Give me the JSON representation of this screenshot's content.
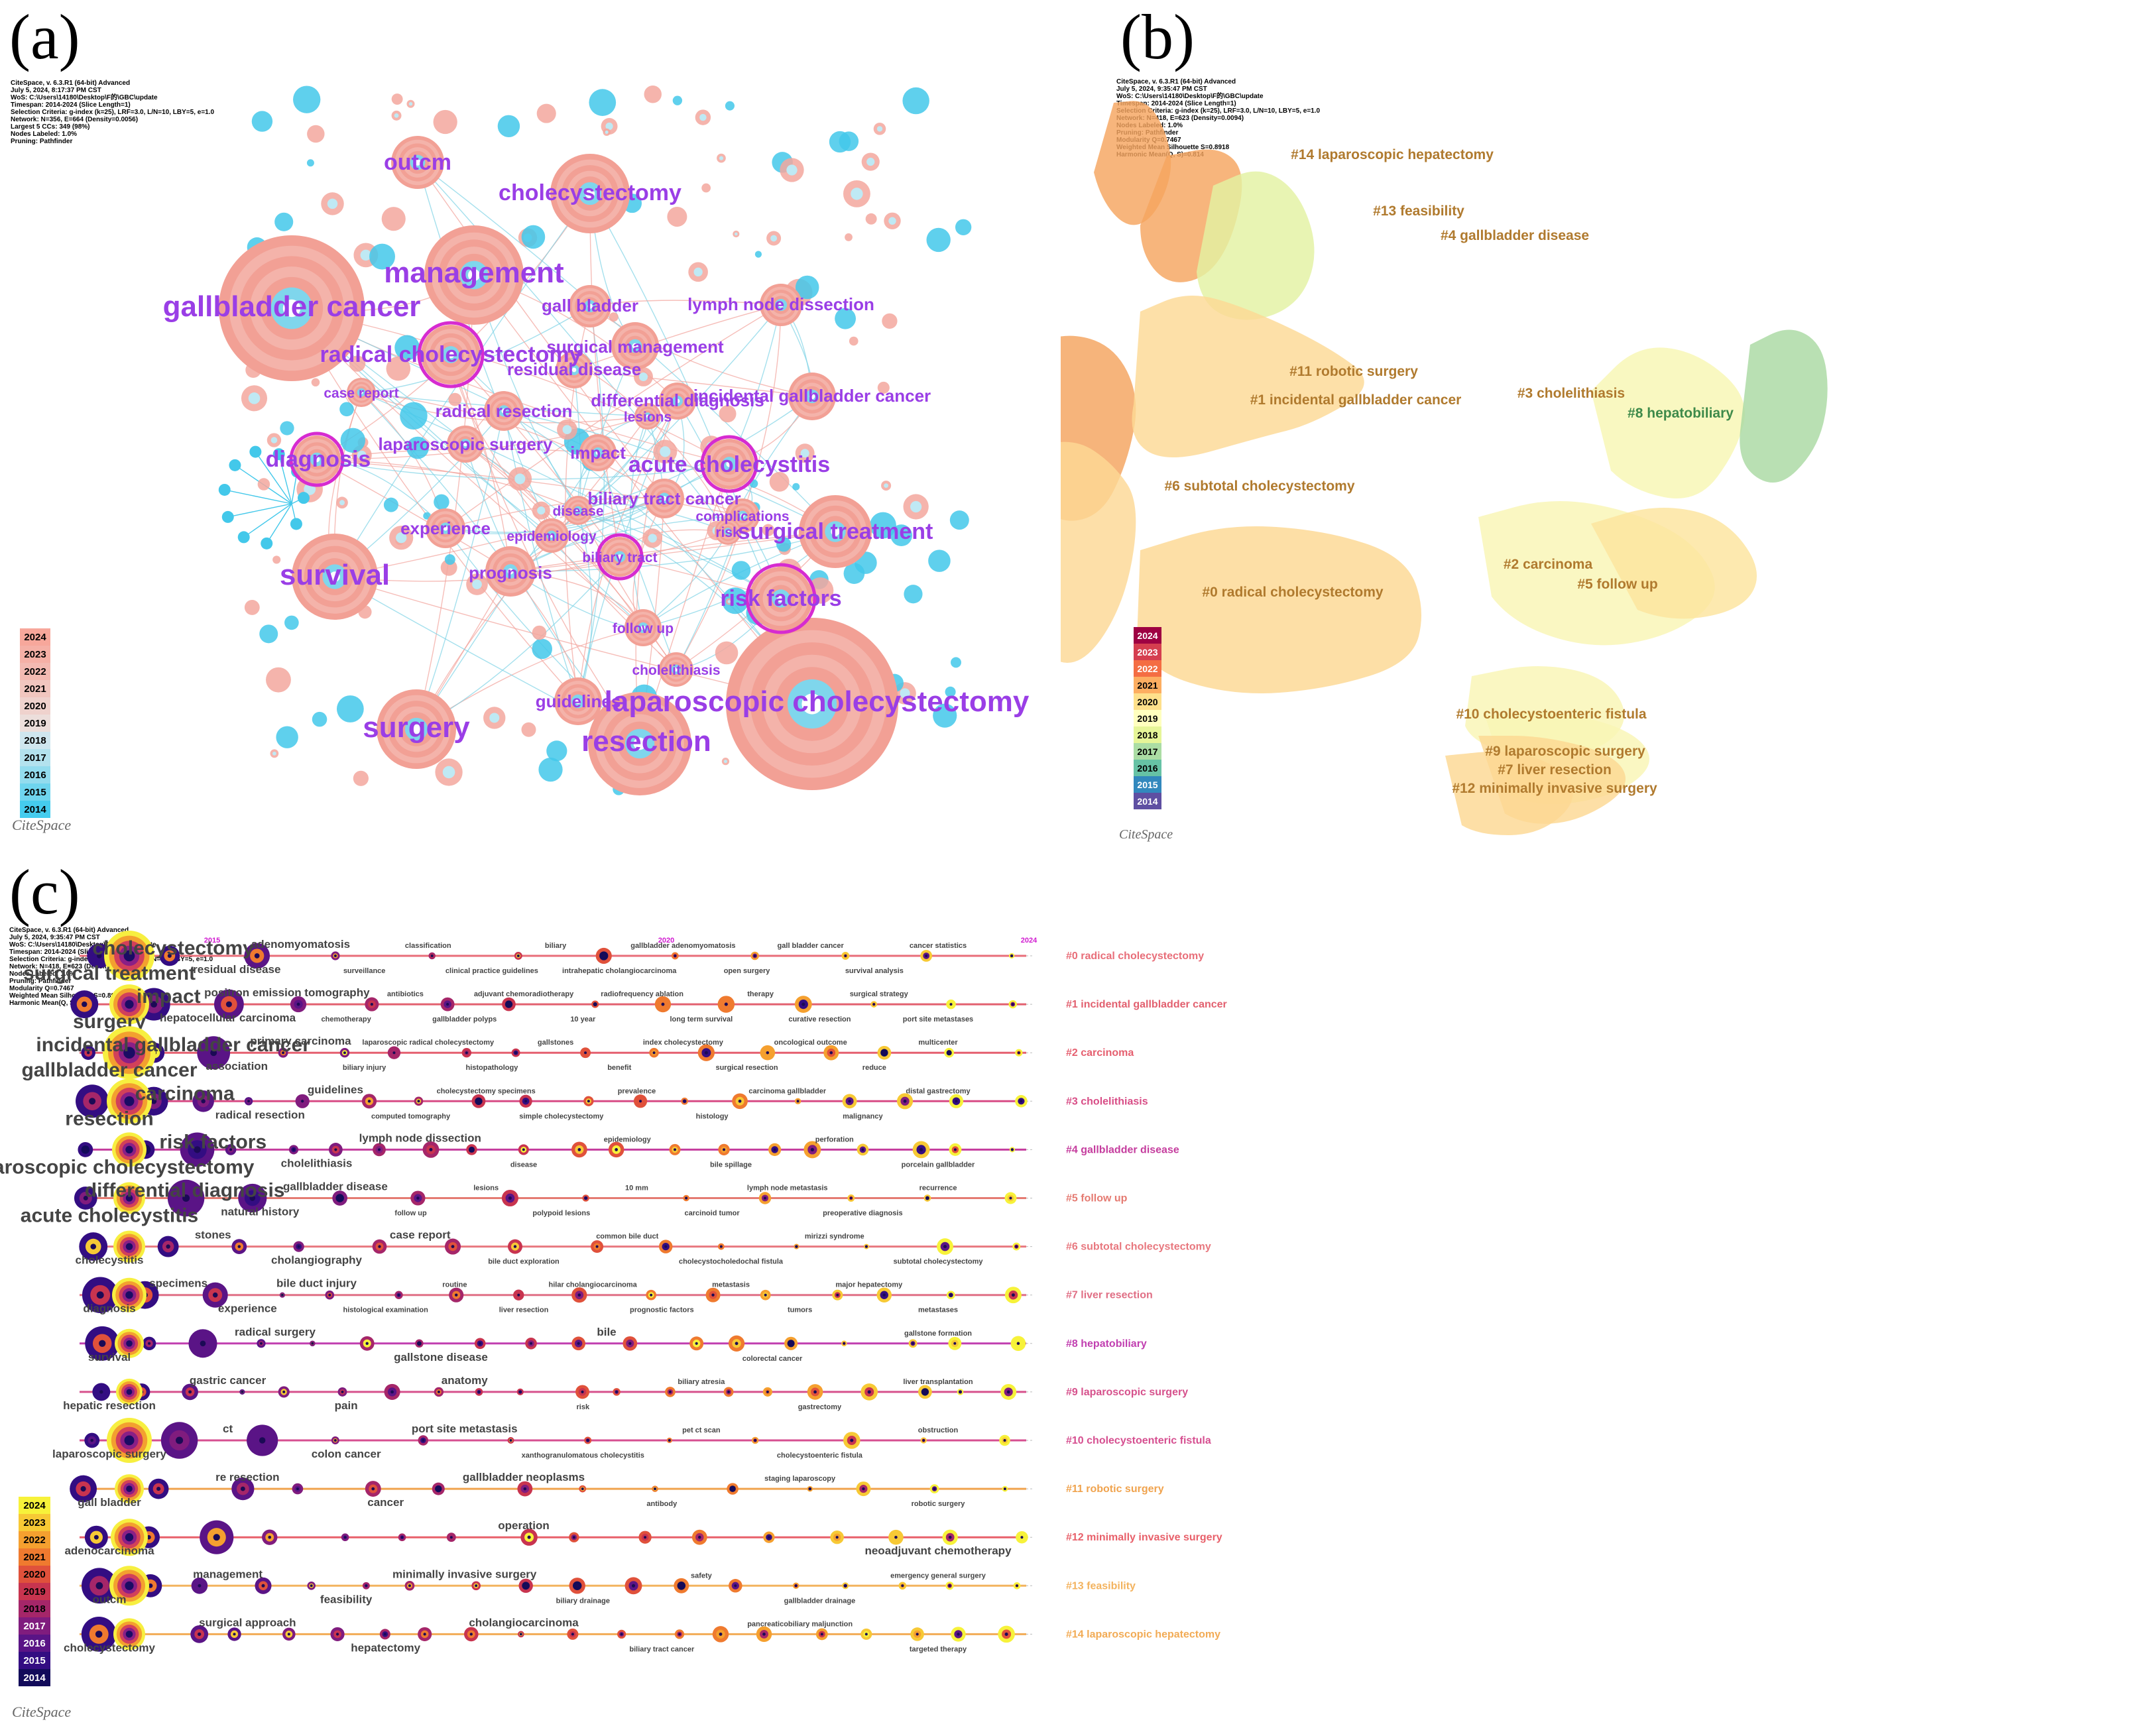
{
  "panels": {
    "a": {
      "letter": "(a)",
      "meta": "CiteSpace, v. 6.3.R1 (64-bit) Advanced\nJuly 5, 2024, 8:17:37 PM CST\nWoS: C:\\Users\\14180\\Desktop\\F的\\GBC\\update\nTimespan: 2014-2024 (Slice Length=1)\nSelection Criteria: g-index (k=25), LRF=3.0, L/N=10, LBY=5, e=1.0\nNetwork: N=356, E=664 (Density=0.0056)\nLargest 5 CCs: 349 (98%)\nNodes Labeled: 1.0%\nPruning: Pathfinder",
      "brand": "CiteSpace",
      "legend_years": [
        "2024",
        "2023",
        "2022",
        "2021",
        "2020",
        "2019",
        "2018",
        "2017",
        "2016",
        "2015",
        "2014"
      ],
      "legend_colors": [
        "#f7a79b",
        "#f5b0a6",
        "#f3bab2",
        "#f1c6bf",
        "#efd2cd",
        "#ecdedb",
        "#cfe6ee",
        "#b3e2ee",
        "#93dcee",
        "#6fd5ee",
        "#45ccee"
      ],
      "labels": [
        {
          "text": "gallbladder cancer",
          "size": "xl"
        },
        {
          "text": "management",
          "size": "xl"
        },
        {
          "text": "cholecystectomy",
          "size": "l"
        },
        {
          "text": "outcm",
          "size": "l"
        },
        {
          "text": "laparoscopic cholecystectomy",
          "size": "xl"
        },
        {
          "text": "survival",
          "size": "xl"
        },
        {
          "text": "surgery",
          "size": "xl"
        },
        {
          "text": "resection",
          "size": "xl"
        },
        {
          "text": "diagnosis",
          "size": "l"
        },
        {
          "text": "radical cholecystectomy",
          "size": "l"
        },
        {
          "text": "gall bladder",
          "size": "m"
        },
        {
          "text": "lymph node dissection",
          "size": "m"
        },
        {
          "text": "surgical management",
          "size": "m"
        },
        {
          "text": "residual disease",
          "size": "m"
        },
        {
          "text": "case report",
          "size": "s"
        },
        {
          "text": "radical resection",
          "size": "m"
        },
        {
          "text": "differential diagnosis",
          "size": "m"
        },
        {
          "text": "lesions",
          "size": "s"
        },
        {
          "text": "incidental gallbladder cancer",
          "size": "m"
        },
        {
          "text": "laparoscopic surgery",
          "size": "m"
        },
        {
          "text": "impact",
          "size": "m"
        },
        {
          "text": "acute cholecystitis",
          "size": "l"
        },
        {
          "text": "biliary tract cancer",
          "size": "m"
        },
        {
          "text": "experience",
          "size": "m"
        },
        {
          "text": "disease",
          "size": "s"
        },
        {
          "text": "complications",
          "size": "s"
        },
        {
          "text": "epidemiology",
          "size": "s"
        },
        {
          "text": "risk",
          "size": "s"
        },
        {
          "text": "surgical treatment",
          "size": "l"
        },
        {
          "text": "biliary tract",
          "size": "s"
        },
        {
          "text": "prognosis",
          "size": "m"
        },
        {
          "text": "risk factors",
          "size": "l"
        },
        {
          "text": "follow up",
          "size": "s"
        },
        {
          "text": "cholelithiasis",
          "size": "s"
        },
        {
          "text": "guidelines",
          "size": "m"
        }
      ]
    },
    "b": {
      "letter": "(b)",
      "meta": "CiteSpace, v. 6.3.R1 (64-bit) Advanced\nJuly 5, 2024, 9:35:47 PM CST\nWoS: C:\\Users\\14180\\Desktop\\F的\\GBC\\update\nTimespan: 2014-2024 (Slice Length=1)\nSelection Criteria: g-index (k=25), LRF=3.0, L/N=10, LBY=5, e=1.0\nNetwork: N=418, E=623 (Density=0.0094)\nNodes Labeled: 1.0%\nPruning: Pathfinder\nModularity Q=0.7467\nWeighted Mean Silhouette S=0.8918\nHarmonic Mean(Q, S)=0.814",
      "brand": "CiteSpace",
      "legend_years": [
        "2024",
        "2023",
        "2022",
        "2021",
        "2020",
        "2019",
        "2018",
        "2017",
        "2016",
        "2015",
        "2014"
      ],
      "legend_colors": [
        "#9e0142",
        "#d53e4f",
        "#f46d43",
        "#fdae61",
        "#fee08b",
        "#ffffbf",
        "#e6f598",
        "#abdda4",
        "#66c2a5",
        "#3288bd",
        "#5e4fa2"
      ],
      "clusters": [
        {
          "label": "#14 laparoscopic hepatectomy",
          "color": "#f5a55f"
        },
        {
          "label": "#13 feasibility",
          "color": "#f5a55f"
        },
        {
          "label": "#4 gallbladder disease",
          "color": "#e3f2a2"
        },
        {
          "label": "#11 robotic surgery",
          "color": "#f4a35e"
        },
        {
          "label": "#1 incidental gallbladder cancer",
          "color": "#fdd995"
        },
        {
          "label": "#3 cholelithiasis",
          "color": "#f8f7b3"
        },
        {
          "label": "#8 hepatobiliary",
          "color": "#a9d9a2"
        },
        {
          "label": "#6 subtotal cholecystectomy",
          "color": "#fcd895"
        },
        {
          "label": "#0 radical cholecystectomy",
          "color": "#fdd893"
        },
        {
          "label": "#2 carcinoma",
          "color": "#f9f5b4"
        },
        {
          "label": "#5 follow up",
          "color": "#fce49d"
        },
        {
          "label": "#10 cholecystoenteric fistula",
          "color": "#f9f5b4"
        },
        {
          "label": "#9 laparoscopic surgery",
          "color": "#f9f5b4"
        },
        {
          "label": "#7 liver resection",
          "color": "#fcd892"
        },
        {
          "label": "#12 minimally invasive surgery",
          "color": "#fcd892"
        }
      ]
    },
    "c": {
      "letter": "(c)",
      "meta": "CiteSpace, v. 6.3.R1 (64-bit) Advanced\nJuly 5, 2024, 9:35:47 PM CST\nWoS: C:\\Users\\14180\\Desktop\\F的\\GBC\\update\nTimespan: 2014-2024 (Slice Length=1)\nSelection Criteria: g-index (k=25), LRF=3.0, L/N=10, LBY=5, e=1.0\nNetwork: N=418, E=623 (Density=0.0094)\nNodes Labeled: 1.0%\nPruning: Pathfinder\nModularity Q=0.7467\nWeighted Mean Silhouette S=0.8918\nHarmonic Mean(Q, S)=0.814",
      "brand": "CiteSpace",
      "axis_years": [
        "2015",
        "2020",
        "2024"
      ],
      "legend_years": [
        "2024",
        "2023",
        "2022",
        "2021",
        "2020",
        "2019",
        "2018",
        "2017",
        "2016",
        "2015",
        "2014"
      ],
      "legend_colors": [
        "#f7f23a",
        "#f7c935",
        "#f5a02f",
        "#ef7a2f",
        "#e0513b",
        "#c8344f",
        "#a52669",
        "#801c7e",
        "#5a1486",
        "#330d82",
        "#120b5a"
      ],
      "rows": [
        {
          "cluster": "#0 radical cholecystectomy",
          "color": "#e86e79",
          "labels": [
            "surgical treatment",
            "cholecystectomy",
            "residual disease",
            "adenomyomatosis",
            "surveillance",
            "classification",
            "clinical practice guidelines",
            "biliary",
            "intrahepatic cholangiocarcinoma",
            "gallbladder adenomyomatosis",
            "open surgery",
            "gall bladder cancer",
            "survival analysis",
            "cancer statistics"
          ]
        },
        {
          "cluster": "#1 incidental gallbladder cancer",
          "color": "#e2606f",
          "labels": [
            "surgery",
            "impact",
            "hepatocellular carcinoma",
            "positron emission tomography",
            "chemotherapy",
            "antibiotics",
            "gallbladder polyps",
            "adjuvant chemoradiotherapy",
            "10 year",
            "radiofrequency ablation",
            "long term survival",
            "therapy",
            "curative resection",
            "surgical strategy",
            "port site metastases"
          ]
        },
        {
          "cluster": "#2 carcinoma",
          "color": "#e55f6f",
          "labels": [
            "gallbladder cancer",
            "incidental gallbladder cancer",
            "association",
            "primary carcinoma",
            "biliary injury",
            "laparoscopic radical cholecystectomy",
            "histopathology",
            "gallstones",
            "benefit",
            "index cholecystectomy",
            "surgical resection",
            "oncological outcome",
            "reduce",
            "multicenter"
          ]
        },
        {
          "cluster": "#3 cholelithiasis",
          "color": "#d84d86",
          "labels": [
            "resection",
            "carcinoma",
            "radical resection",
            "guidelines",
            "computed tomography",
            "cholecystectomy specimens",
            "simple cholecystectomy",
            "prevalence",
            "histology",
            "carcinoma gallbladder",
            "malignancy",
            "distal gastrectomy"
          ]
        },
        {
          "cluster": "#4 gallbladder disease",
          "color": "#c53d9e",
          "labels": [
            "laparoscopic cholecystectomy",
            "risk factors",
            "cholelithiasis",
            "lymph node dissection",
            "disease",
            "epidemiology",
            "bile spillage",
            "perforation",
            "porcelain gallbladder"
          ]
        },
        {
          "cluster": "#5 follow up",
          "color": "#e57b72",
          "labels": [
            "acute cholecystitis",
            "differential diagnosis",
            "natural history",
            "gallbladder disease",
            "follow up",
            "lesions",
            "polypoid lesions",
            "10 mm",
            "carcinoid tumor",
            "lymph node metastasis",
            "preoperative diagnosis",
            "recurrence"
          ]
        },
        {
          "cluster": "#6 subtotal cholecystectomy",
          "color": "#e8787f",
          "labels": [
            "cholecystitis",
            "stones",
            "cholangiography",
            "case report",
            "bile duct exploration",
            "common bile duct",
            "cholecystocholedochal fistula",
            "mirizzi syndrome",
            "subtotal cholecystectomy"
          ]
        },
        {
          "cluster": "#7 liver resection",
          "color": "#e06f85",
          "labels": [
            "diagnosis",
            "specimens",
            "experience",
            "bile duct injury",
            "histological examination",
            "routine",
            "liver resection",
            "hilar cholangiocarcinoma",
            "prognostic factors",
            "metastasis",
            "tumors",
            "major hepatectomy",
            "metastases"
          ]
        },
        {
          "cluster": "#8 hepatobiliary",
          "color": "#c13fb0",
          "labels": [
            "survival",
            "radical surgery",
            "gallstone disease",
            "bile",
            "colorectal cancer",
            "gallstone formation"
          ]
        },
        {
          "cluster": "#9 laparoscopic surgery",
          "color": "#d6518c",
          "labels": [
            "hepatic resection",
            "gastric cancer",
            "pain",
            "anatomy",
            "risk",
            "biliary atresia",
            "gastrectomy",
            "liver transplantation"
          ]
        },
        {
          "cluster": "#10 cholecystoenteric fistula",
          "color": "#d64f90",
          "labels": [
            "laparoscopic surgery",
            "ct",
            "colon cancer",
            "port site metastasis",
            "xanthogranulomatous cholecystitis",
            "pet ct scan",
            "cholecystoenteric fistula",
            "obstruction"
          ]
        },
        {
          "cluster": "#11 robotic surgery",
          "color": "#f0a34e",
          "labels": [
            "gall bladder",
            "re resection",
            "cancer",
            "gallbladder neoplasms",
            "antibody",
            "staging laparoscopy",
            "robotic surgery"
          ]
        },
        {
          "cluster": "#12 minimally invasive surgery",
          "color": "#e8606a",
          "labels": [
            "adenocarcinoma",
            "operation",
            "neoadjuvant chemotherapy"
          ]
        },
        {
          "cluster": "#13 feasibility",
          "color": "#f3b35f",
          "labels": [
            "outcm",
            "management",
            "feasibility",
            "minimally invasive surgery",
            "biliary drainage",
            "safety",
            "gallbladder drainage",
            "emergency general surgery"
          ]
        },
        {
          "cluster": "#14 laparoscopic hepatectomy",
          "color": "#f2ab55",
          "labels": [
            "cholecystectomy",
            "surgical approach",
            "hepatectomy",
            "cholangiocarcinoma",
            "biliary tract cancer",
            "pancreaticobiliary maljunction",
            "targeted therapy"
          ]
        }
      ]
    }
  }
}
